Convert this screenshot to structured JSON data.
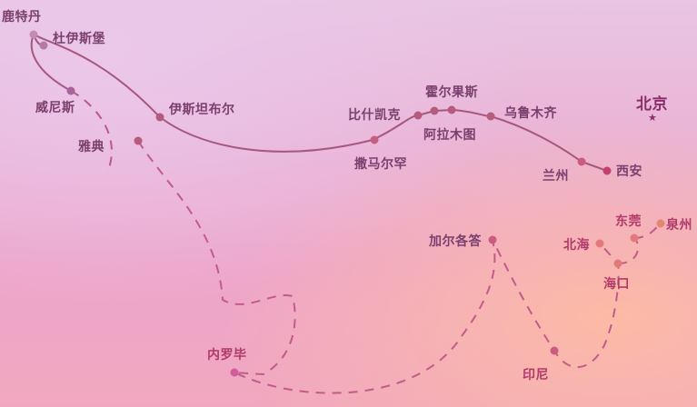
{
  "colors": {
    "land_route": "#a7577e",
    "sea_route": "#c25b8a",
    "land_node": "#b55b7d",
    "sea_node": "#cc5c7f",
    "label": "#7a3f6e",
    "capital": "#8b2f6a"
  },
  "map": {
    "capital": {
      "label": "北京",
      "icon": "star-icon"
    },
    "land_route": [
      {
        "id": "rotterdam",
        "label": "鹿特丹"
      },
      {
        "id": "duisburg",
        "label": "杜伊斯堡"
      },
      {
        "id": "venice",
        "label": "威尼斯"
      },
      {
        "id": "istanbul",
        "label": "伊斯坦布尔"
      },
      {
        "id": "samarkand",
        "label": "撒马尔罕"
      },
      {
        "id": "bishkek",
        "label": "比什凯克"
      },
      {
        "id": "almaty",
        "label": "阿拉木图"
      },
      {
        "id": "khorgos",
        "label": "霍尔果斯"
      },
      {
        "id": "urumqi",
        "label": "乌鲁木齐"
      },
      {
        "id": "lanzhou",
        "label": "兰州"
      },
      {
        "id": "xian",
        "label": "西安"
      }
    ],
    "sea_route": [
      {
        "id": "athens",
        "label": "雅典"
      },
      {
        "id": "nairobi",
        "label": "内罗毕"
      },
      {
        "id": "kolkata",
        "label": "加尔各答"
      },
      {
        "id": "indonesia",
        "label": "印尼"
      },
      {
        "id": "haikou",
        "label": "海口"
      },
      {
        "id": "beihai",
        "label": "北海"
      },
      {
        "id": "dongguan",
        "label": "东莞"
      },
      {
        "id": "quanzhou",
        "label": "泉州"
      }
    ]
  }
}
